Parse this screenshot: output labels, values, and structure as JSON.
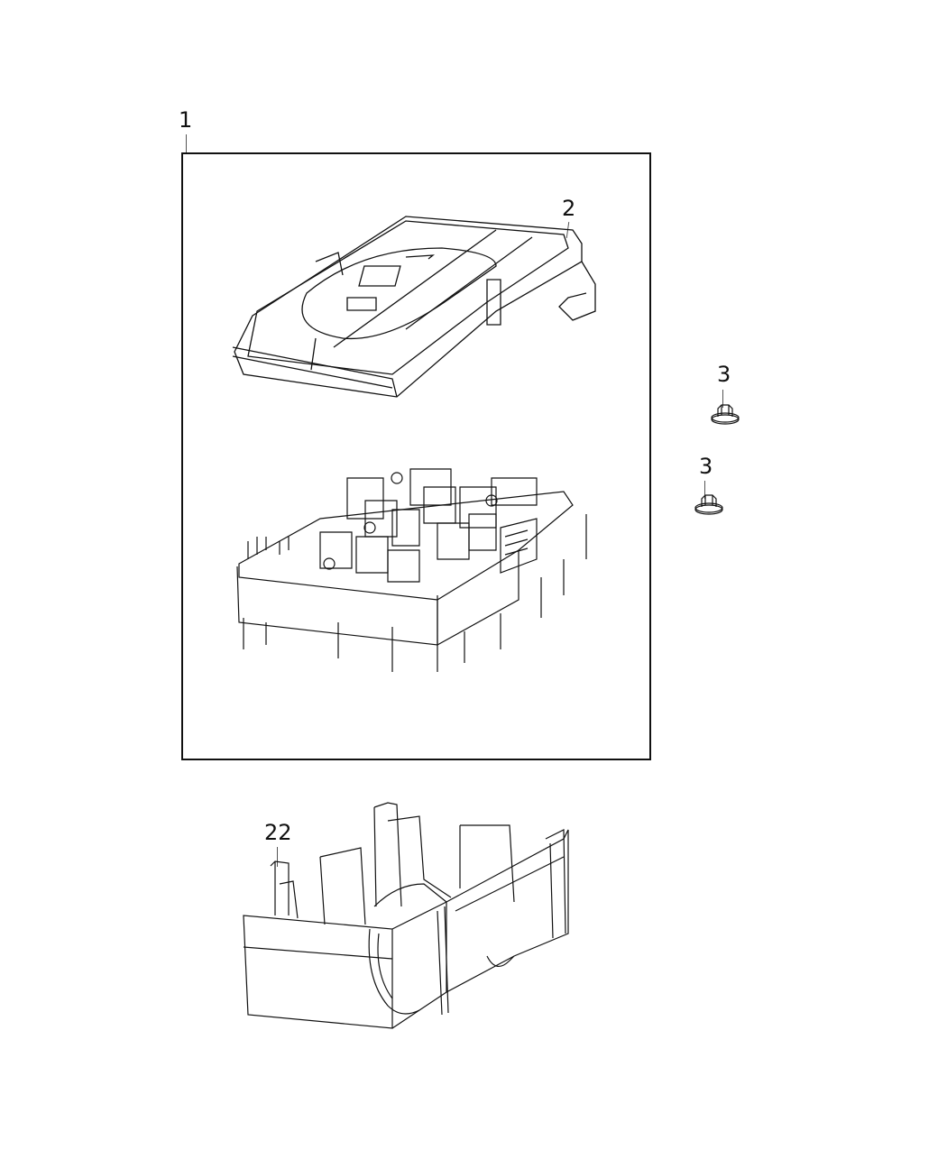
{
  "diagram": {
    "type": "exploded parts diagram",
    "subject": "Power distribution center / fuse box assembly",
    "callouts": [
      {
        "id": "1",
        "label": "1",
        "part": "fuse-box-assembly (framed group)"
      },
      {
        "id": "2",
        "label": "2",
        "part": "fuse-box-cover"
      },
      {
        "id": "3a",
        "label": "3",
        "part": "flange-nut-upper"
      },
      {
        "id": "3b",
        "label": "3",
        "part": "flange-nut-lower"
      },
      {
        "id": "22",
        "label": "22",
        "part": "fuse-box-bracket"
      }
    ]
  },
  "colors": {
    "line": "#111111",
    "background": "#ffffff"
  }
}
